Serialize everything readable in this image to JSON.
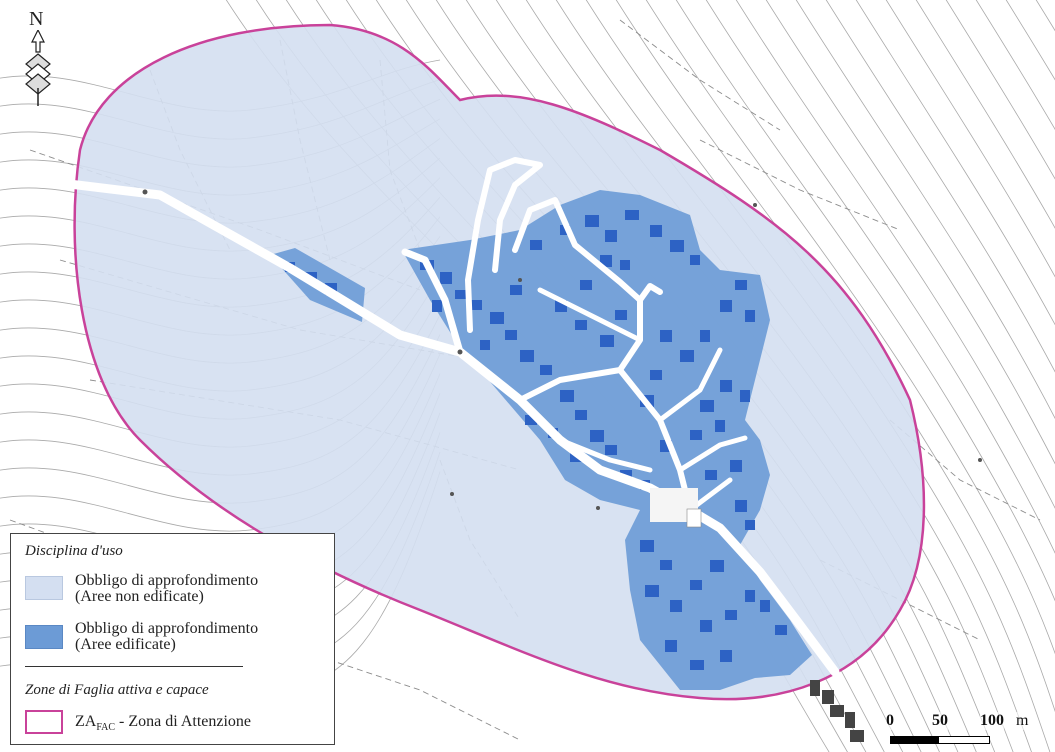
{
  "map": {
    "north_label": "N",
    "icons": [
      "north-arrow-icon",
      "scale-bar-icon"
    ],
    "colors": {
      "zone_border": "#c9429a",
      "non_built_fill": "#d4dff1",
      "built_fill": "#6c9bd6",
      "buildings": "#2d62c4",
      "contours": "#a9a9a9",
      "roads": "#ffffff"
    }
  },
  "legend": {
    "title": "Disciplina d'uso",
    "entries": [
      {
        "label_line1": "Obbligo di approfondimento",
        "label_line2": "(Aree non edificate)",
        "color": "#d4dff1"
      },
      {
        "label_line1": "Obbligo di approfondimento",
        "label_line2": "(Aree edificate)",
        "color": "#6c9bd6"
      }
    ],
    "subtitle": "Zone di Faglia attiva e capace",
    "zone": {
      "prefix": "ZA",
      "sub": "FAC",
      "suffix": " - Zona di Attenzione",
      "color": "#c9429a"
    }
  },
  "scale": {
    "ticks": [
      "0",
      "50",
      "100"
    ],
    "unit": "m"
  }
}
